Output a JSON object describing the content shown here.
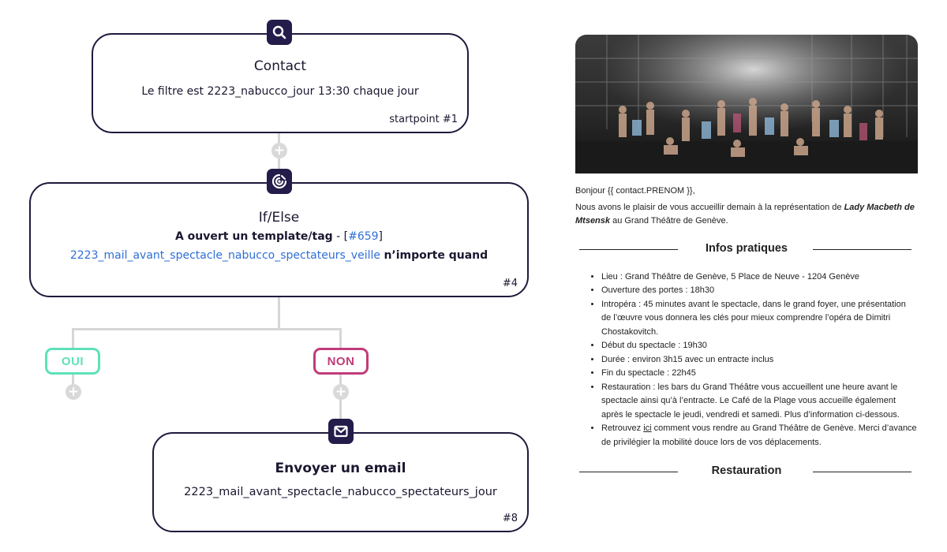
{
  "workflow": {
    "contact": {
      "badge_icon": "search-icon",
      "title": "Contact",
      "filter": "Le filtre est 2223_nabucco_jour 13:30 chaque jour",
      "ref": "startpoint #1"
    },
    "ifelse": {
      "badge_icon": "target-icon",
      "title": "If/Else",
      "condition_label": "A ouvert un template/tag",
      "condition_sep": " - [",
      "condition_ref": "#659",
      "condition_close": "]",
      "template_name": "2223_mail_avant_spectacle_nabucco_spectateurs_veille",
      "timing": "n’importe quand",
      "ref": "#4"
    },
    "branches": {
      "yes": {
        "label": "OUI",
        "color": "#5fe0b9"
      },
      "no": {
        "label": "NON",
        "color": "#c03c78"
      }
    },
    "send_email": {
      "badge_icon": "envelope-icon",
      "title": "Envoyer un email",
      "template_name": "2223_mail_avant_spectacle_nabucco_spectateurs_jour",
      "ref": "#8"
    },
    "add_step_symbol": "+"
  },
  "email_preview": {
    "greeting": "Bonjour {{ contact.PRENOM }},",
    "intro_pre": "Nous avons le plaisir de vous accueillir demain à la représentation de ",
    "intro_title": "Lady Macbeth de Mtsensk",
    "intro_post": " au Grand Théâtre de Genève.",
    "section1": "Infos pratiques",
    "items": [
      "Lieu : Grand Théâtre de Genève, 5 Place de Neuve - 1204 Genève",
      "Ouverture des portes : 18h30",
      "Intropéra : 45 minutes avant le spectacle, dans le grand foyer, une présentation de l’œuvre vous donnera les clés pour mieux comprendre l’opéra de Dimitri Chostakovitch.",
      "Début du spectacle : 19h30",
      "Durée : environ 3h15 avec un entracte inclus",
      "Fin du spectacle : 22h45",
      "Restauration : les bars du Grand Théâtre vous accueillent une heure avant le spectacle ainsi qu’à l’entracte. Le Café de la Plage vous accueille également après le spectacle le jeudi, vendredi et samedi. Plus d’information ci-dessous."
    ],
    "last_item_pre": "Retrouvez ",
    "last_item_link": "ici",
    "last_item_post": " comment vous rendre au Grand Théâtre de Genève. Merci d’avance de privilégier la mobilité douce lors de vos déplacements.",
    "section2": "Restauration"
  }
}
